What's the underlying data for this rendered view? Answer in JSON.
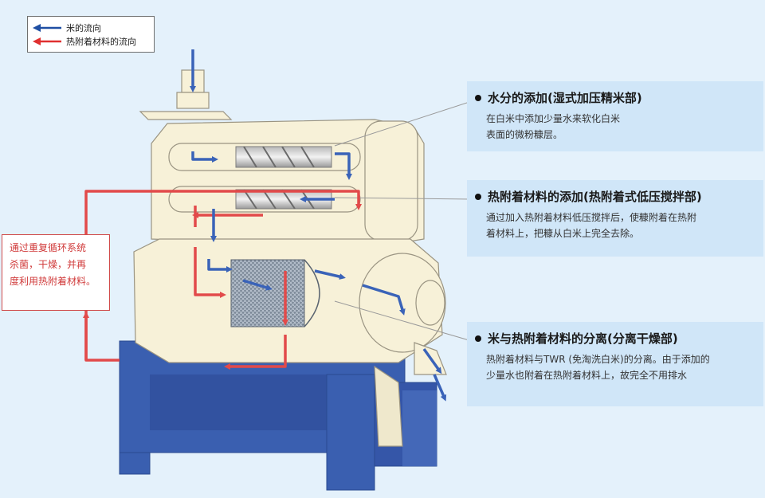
{
  "legend": {
    "rice_flow": "米的流向",
    "heat_material_flow": "热附着材料的流向"
  },
  "colors": {
    "rice_arrow": "#1f4fa3",
    "heat_arrow": "#e03030",
    "base": "#3a5fb0",
    "machine": "#f7f1d8"
  },
  "sections": [
    {
      "title": "水分的添加(湿式加压精米部)",
      "desc": [
        "在白米中添加少量水来软化白米",
        "表面的微粉糠层。"
      ]
    },
    {
      "title": "热附着材料的添加(热附着式低压搅拌部)",
      "desc": [
        "通过加入热附着材料低压搅拌后，使糠附着在热附",
        "着材料上，把糠从白米上完全去除。"
      ]
    },
    {
      "title": "米与热附着材料的分离(分离干燥部)",
      "desc": [
        "热附着材料与TWR (免淘洗白米)的分离。由于添加的",
        "少量水也附着在热附着材料上，故完全不用排水"
      ]
    }
  ],
  "recycle_note": [
    "通过重复循环系统",
    "杀菌，干燥，并再",
    "度利用热附着材料。"
  ]
}
